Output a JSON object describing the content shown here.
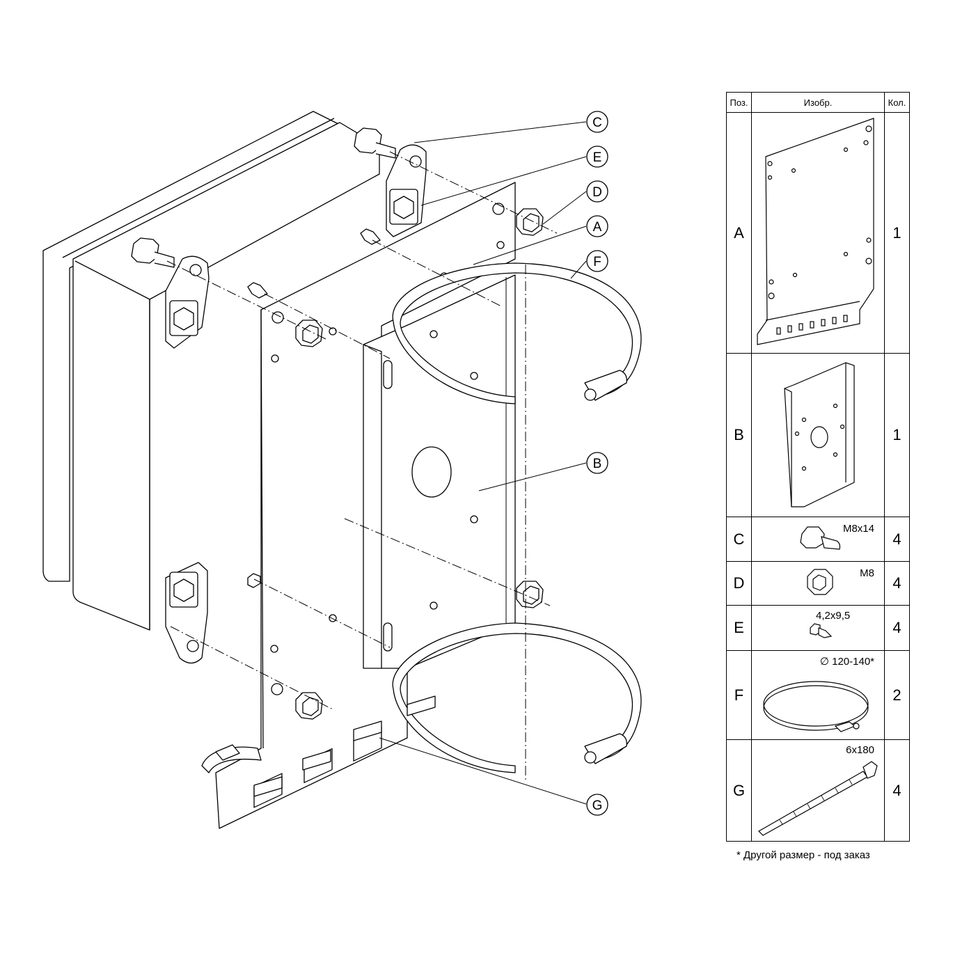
{
  "table": {
    "headers": {
      "pos": "Поз.",
      "image": "Изобр.",
      "qty": "Кол."
    },
    "rows": [
      {
        "pos": "A",
        "qty": "1",
        "spec": ""
      },
      {
        "pos": "B",
        "qty": "1",
        "spec": ""
      },
      {
        "pos": "C",
        "qty": "4",
        "spec": "M8x14"
      },
      {
        "pos": "D",
        "qty": "4",
        "spec": "M8"
      },
      {
        "pos": "E",
        "qty": "4",
        "spec": "4,2x9,5"
      },
      {
        "pos": "F",
        "qty": "2",
        "spec": "∅ 120-140*"
      },
      {
        "pos": "G",
        "qty": "4",
        "spec": "6x180"
      }
    ]
  },
  "footnote": "* Другой размер - под заказ",
  "callouts": {
    "c": "C",
    "e": "E",
    "d": "D",
    "a": "A",
    "f": "F",
    "b": "B",
    "g": "G"
  }
}
